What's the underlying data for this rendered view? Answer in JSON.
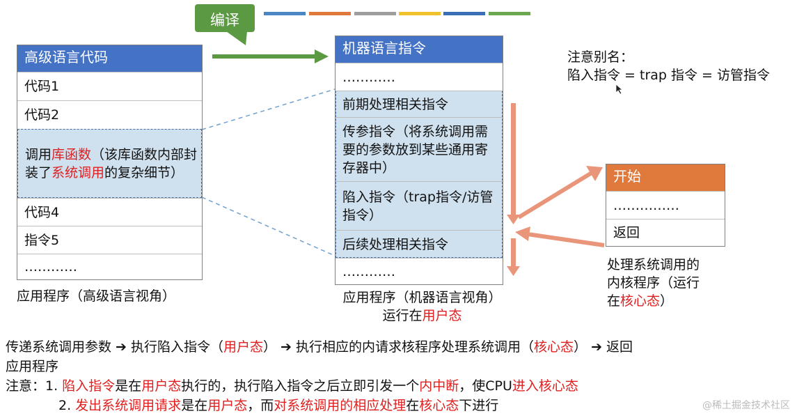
{
  "compile_label": "编译",
  "color_bar": [
    "#4a86c5",
    "#e07a3c",
    "#9e9e9e",
    "#f2c12e",
    "#3a6fb5",
    "#6aa84f"
  ],
  "left_box": {
    "header": "高级语言代码",
    "rows": [
      "代码1",
      "代码2"
    ],
    "call_parts": [
      "调用",
      "库函数",
      "（该库函数内部封装了",
      "系统调用",
      "的复杂细节）"
    ],
    "rows_after": [
      "代码4",
      "指令5",
      "…………"
    ],
    "caption": "应用程序（高级语言视角）"
  },
  "middle_box": {
    "header": "机器语言指令",
    "rows": [
      "…………",
      "前期处理相关指令",
      "传参指令（将系统调用需要的参数放到某些通用寄存器中）",
      "陷入指令（trap指令/访管指令）",
      "后续处理相关指令",
      "…………"
    ],
    "caption_line1": "应用程序（机器语言视角）",
    "caption_line2_parts": [
      "运行在",
      "用户态"
    ]
  },
  "note": {
    "line1": "注意别名：",
    "line2": "陷入指令 = trap 指令 = 访管指令"
  },
  "right_box": {
    "header": "开始",
    "rows": [
      "……………",
      "返回"
    ],
    "caption_line1": "处理系统调用的",
    "caption_line2": "内核程序（运行",
    "caption_line3_parts": [
      "在",
      "核心态",
      "）"
    ]
  },
  "flow": {
    "parts": [
      "传递系统调用参数 ➔ 执行陷入指令（",
      "用户态",
      "） ➔ 执行相应的内请求核程序处理系统调用（",
      "核心态",
      "） ➔ 返回"
    ],
    "line2": "应用程序"
  },
  "notes": {
    "label": "注意：",
    "item1_parts": [
      "1. ",
      "陷入指令",
      "是在",
      "用户态",
      "执行的，执行陷入指令之后立即引发一个",
      "内中断",
      "，使CPU",
      "进入核心态"
    ],
    "item2_parts": [
      "2. ",
      "发出系统调用请求",
      "是在",
      "用户态",
      "，而",
      "对系统调用的相应处理",
      "在",
      "核心态",
      "下进行"
    ]
  },
  "watermark": "@稀土掘金技术社区",
  "colors": {
    "blue_header": "#4472c4",
    "orange_header": "#e07a3c",
    "green_arrow": "#5b9a43",
    "tag_green": "#5b9a43",
    "highlight": "#cfe0ee",
    "red_text": "#e02020",
    "arrow_salmon": "#e8957a"
  }
}
